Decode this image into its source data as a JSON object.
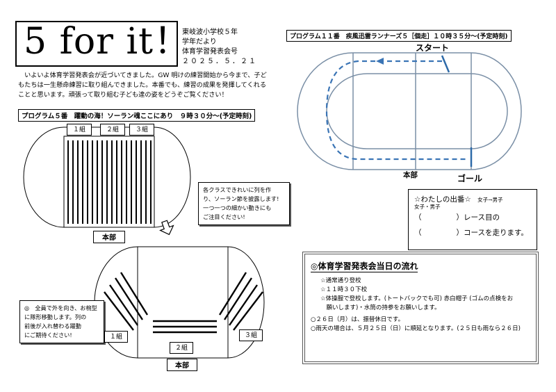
{
  "header": {
    "title": "5 for it！",
    "school": "東岐波小学校５年",
    "newsletter": "学年だより",
    "issue": "体育学習発表会号",
    "date": "２０２５．５．２１"
  },
  "intro": {
    "line1": "　いよいよ体育学習発表会が近づいてきました。GW 明けの練習開始から今まで、子ど",
    "line2": "もたちは一生懸命練習に取り組んできました。本番でも、練習の成果を発揮してくれる",
    "line3": "ことと思います。頑張って取り組む子ども達の姿をどうぞご覧ください！"
  },
  "program5": {
    "heading": "プログラム５番　躍動の海！ソーラン魂ここにあり　９時３０分～(予定時刻)",
    "class1": "１組",
    "class2": "２組",
    "class3": "３組",
    "honbu": "本部",
    "callout_line1": "各クラスできれいに列を作",
    "callout_line2": "り、ソーラン節を披露します!",
    "callout_line3": "一つ一つの細かい動きにも",
    "callout_line4": "ご注目ください!",
    "formation_note_line1": "◎　全員で外を向き、お椀型",
    "formation_note_line2": "に隊形移動します。列の",
    "formation_note_line3": "前後が入れ替わる躍動",
    "formation_note_line4": "にご期待ください!",
    "b_class1": "１組",
    "b_class2": "２組",
    "b_class3": "３組",
    "b_honbu": "本部"
  },
  "program11": {
    "heading": "プログラム１１番　疾風迅雷ランナーズ５［個走］１０時３５分～(予定時刻)",
    "start": "スタート",
    "goal": "ゴール",
    "honbu": "本部"
  },
  "my_turn": {
    "title": "☆わたしの出番☆",
    "option_top": "女子→男子",
    "option_small": "女子・男子",
    "row1_open": "（",
    "row1_close": "）レース目の",
    "row2_open": "（",
    "row2_close": "）コースを走ります。"
  },
  "flow": {
    "title": "◎体育学習発表会当日の流れ",
    "item1": "☆通常通り登校",
    "item2": "☆１１時３０下校",
    "item3a": "☆体操服で登校します。(トートバックでも可) 赤白帽子 (ゴムの点検をお",
    "item3b": "　願いします)・水筒の持参をお願いします。",
    "note1": "○２６日（月）は、振替休日です。",
    "note2": "○雨天の場合は、５月２５日（日）に順延となります。(２５日も雨なら２６日)"
  }
}
